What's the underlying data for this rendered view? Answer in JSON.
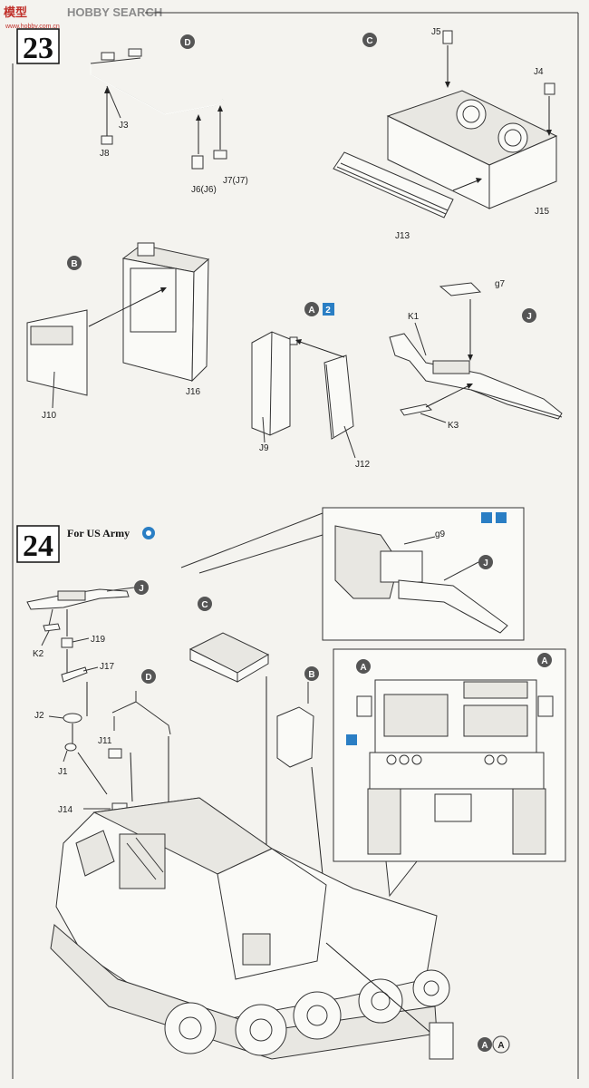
{
  "watermark": {
    "logo_cn": "模型",
    "brand": "HOBBY SEARCH",
    "url": "www.hobby.com.cn"
  },
  "step23": {
    "number": "23",
    "sub_d": {
      "badge": "D",
      "parts": {
        "j3": "J3",
        "j8": "J8",
        "j6": "J6(J6)",
        "j7": "J7(J7)"
      }
    },
    "sub_c": {
      "badge": "C",
      "parts": {
        "j5": "J5",
        "j4": "J4",
        "j15": "J15",
        "j13": "J13"
      }
    },
    "sub_b": {
      "badge": "B",
      "parts": {
        "j16": "J16",
        "j10": "J10"
      }
    },
    "sub_a": {
      "badge": "A",
      "qty": "2",
      "parts": {
        "j9": "J9",
        "j12": "J12"
      }
    },
    "sub_j": {
      "badge": "J",
      "parts": {
        "g7": "g7",
        "k1": "K1",
        "k3": "K3"
      }
    }
  },
  "step24": {
    "number": "24",
    "note": "For US Army",
    "detail_upper": {
      "badge": "J",
      "parts": {
        "g9": "g9"
      }
    },
    "detail_rear": {
      "badge_left": "A",
      "badge_right": "A"
    },
    "main": {
      "badge_j": "J",
      "badge_c": "C",
      "badge_d": "D",
      "badge_b": "B",
      "badge_a1": "A",
      "badge_a2": "A",
      "parts": {
        "k2": "K2",
        "j19": "J19",
        "j17": "J17",
        "j2": "J2",
        "j1": "J1",
        "j11": "J11",
        "j14": "J14"
      }
    }
  }
}
